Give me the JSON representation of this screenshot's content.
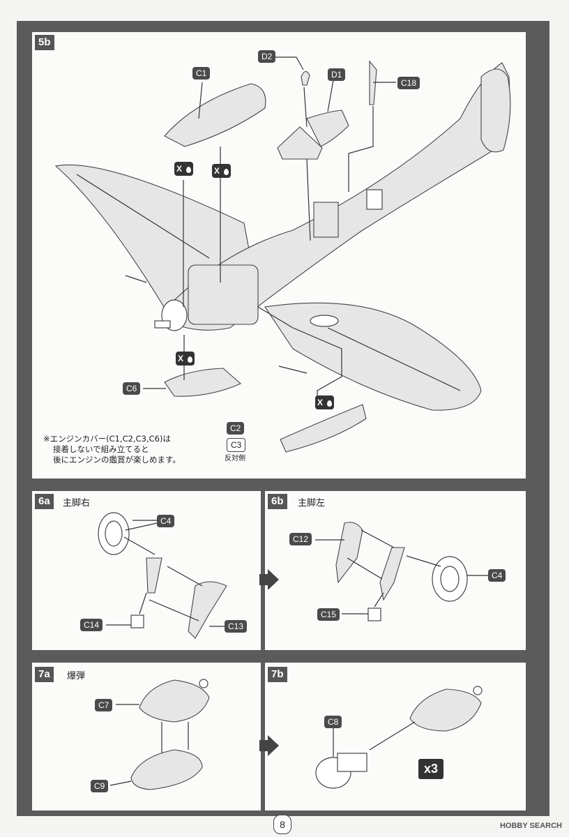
{
  "steps": {
    "s5b": {
      "badge": "5b"
    },
    "s6a": {
      "badge": "6a",
      "title": "主脚右"
    },
    "s6b": {
      "badge": "6b",
      "title": "主脚左"
    },
    "s7a": {
      "badge": "7a",
      "title": "爆弾"
    },
    "s7b": {
      "badge": "7b",
      "quantity": "x3"
    }
  },
  "parts": {
    "d2": "D2",
    "c1": "C1",
    "d1": "D1",
    "c18": "C18",
    "c6": "C6",
    "c2": "C2",
    "c3": "C3",
    "c3_note": "反対側",
    "c4": "C4",
    "c14": "C14",
    "c13": "C13",
    "c12": "C12",
    "c15": "C15",
    "c7": "C7",
    "c9": "C9",
    "c8": "C8"
  },
  "glue_mark": "X",
  "note_lines": [
    "※エンジンカバー(C1,C2,C3,C6)は",
    "接着しないで組み立てると",
    "後にエンジンの鑑賞が楽しめます。"
  ],
  "page_number": "8",
  "watermark": "HOBBY SEARCH"
}
